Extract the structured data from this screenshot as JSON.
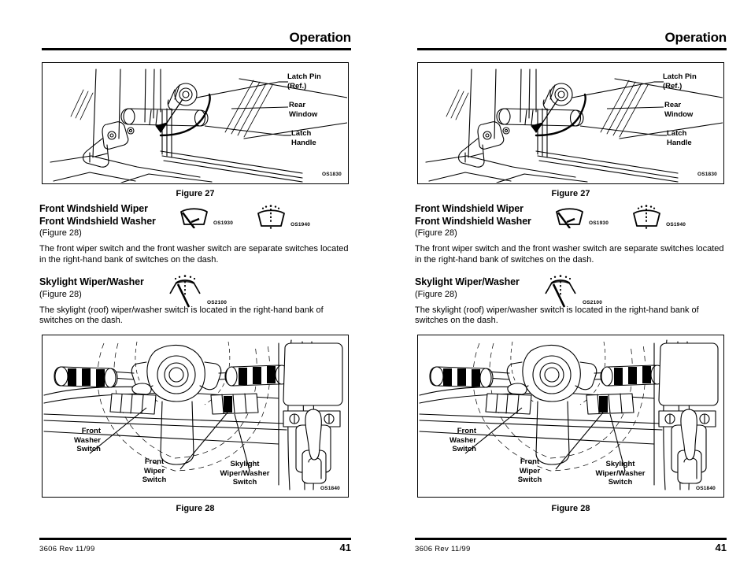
{
  "header": {
    "title": "Operation"
  },
  "figure27": {
    "caption": "Figure 27",
    "code": "OS1830",
    "callouts": {
      "latch_pin": "Latch Pin\n(Ref.)",
      "rear_window": "Rear\nWindow",
      "latch_handle": "Latch\nHandle"
    }
  },
  "figure28": {
    "caption": "Figure 28",
    "code": "OS1840",
    "callouts": {
      "front_washer_switch": "Front\nWasher\nSwitch",
      "front_wiper_switch": "Front\nWiper\nSwitch",
      "skylight_wiper_washer_switch": "Skylight\nWiper/Washer\nSwitch"
    }
  },
  "sections": {
    "windshield": {
      "heading_line1": "Front Windshield Wiper",
      "heading_line2": "Front Windshield Washer",
      "figure_ref": "(Figure 28)",
      "body": "The front wiper switch and the front washer switch are separate switches located in the right-hand bank of switches on the dash.",
      "symbols": [
        {
          "name": "wiper-symbol",
          "code": "OS1930"
        },
        {
          "name": "washer-symbol",
          "code": "OS1940"
        }
      ]
    },
    "skylight": {
      "heading": "Skylight Wiper/Washer",
      "figure_ref": "(Figure 28)",
      "body": "The skylight (roof) wiper/washer switch is located in the right-hand bank of switches on the dash.",
      "symbol": {
        "name": "skylight-wiper-washer-symbol",
        "code": "OS2100"
      }
    }
  },
  "footer": {
    "document_id": "3606  Rev  11/99",
    "page_number": "41"
  }
}
